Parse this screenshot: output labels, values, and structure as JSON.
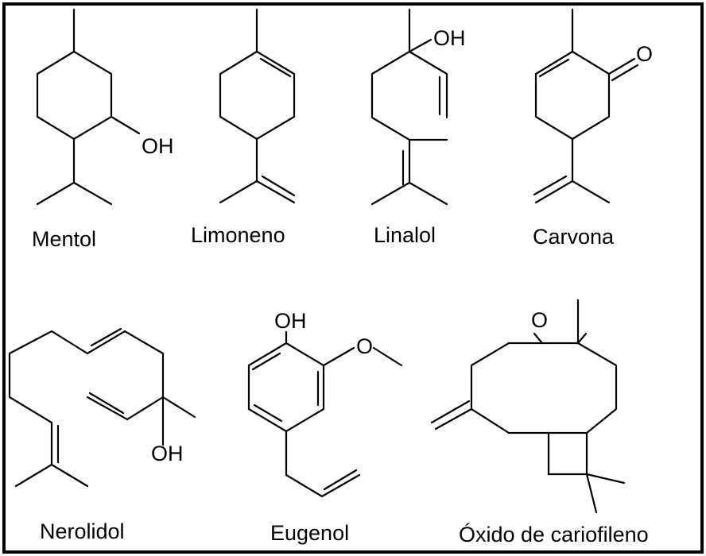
{
  "labels": {
    "mentol": "Mentol",
    "limoneno": "Limoneno",
    "linalol": "Linalol",
    "carvona": "Carvona",
    "nerolidol": "Nerolidol",
    "eugenol": "Eugenol",
    "oxido": "Óxido de cariofileno"
  },
  "atoms": {
    "mentol_oh": "OH",
    "linalol_oh": "OH",
    "carvona_o": "O",
    "nerolidol_oh": "OH",
    "eugenol_oh": "OH",
    "eugenol_o": "O",
    "oxido_o": "O"
  }
}
